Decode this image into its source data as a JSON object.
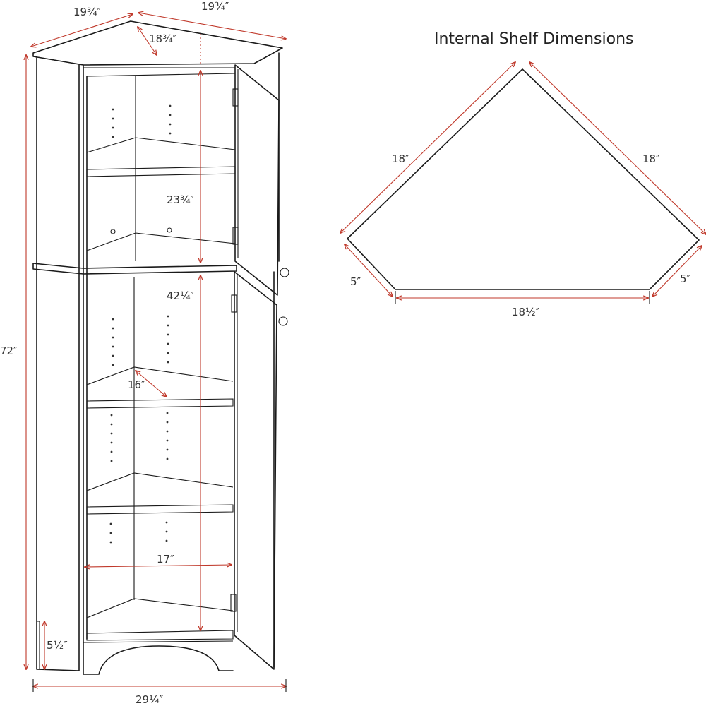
{
  "title": "Internal Shelf Dimensions",
  "colors": {
    "line": "#1a1a1a",
    "dimension": "#c0392b",
    "text": "#333333"
  },
  "cabinet": {
    "top_left_width": "19¾″",
    "top_right_width": "19¾″",
    "top_depth": "18¾″",
    "total_height": "72″",
    "upper_interior_height": "23¾″",
    "lower_interior_height": "42¼″",
    "shelf_depth": "16″",
    "shelf_width": "17″",
    "base_height": "5½″",
    "overall_width": "29¼″"
  },
  "shelf": {
    "left_long_side": "18″",
    "right_long_side": "18″",
    "left_short_side": "5″",
    "right_short_side": "5″",
    "front_side": "18½″"
  }
}
